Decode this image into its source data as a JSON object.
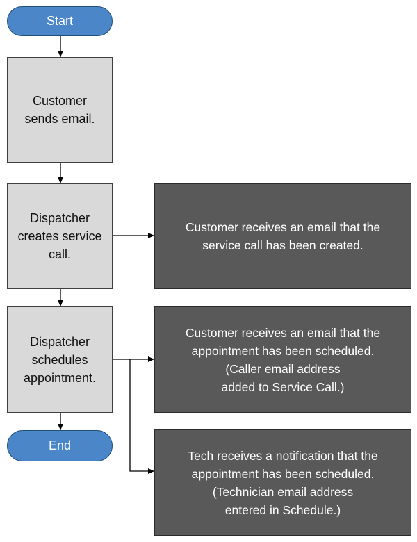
{
  "nodes": {
    "start": "Start",
    "customer_sends_email": "Customer\nsends email.",
    "dispatcher_creates_service_call": "Dispatcher\ncreates service\ncall.",
    "dispatcher_schedules_appointment": "Dispatcher\nschedules\nappointment.",
    "end": "End"
  },
  "notes": {
    "service_call_created": "Customer receives an email that the\nservice call has been created.",
    "appointment_scheduled_customer": "Customer receives an email that the\nappointment has been scheduled.\n(Caller email address\nadded to Service Call.)",
    "appointment_scheduled_tech": "Tech receives a notification that the\nappointment has been scheduled.\n(Technician email address\nentered in Schedule.)"
  },
  "colors": {
    "terminal_fill": "#4a86c8",
    "process_fill": "#d9d9d9",
    "note_fill": "#595959",
    "connector": "#000000"
  }
}
